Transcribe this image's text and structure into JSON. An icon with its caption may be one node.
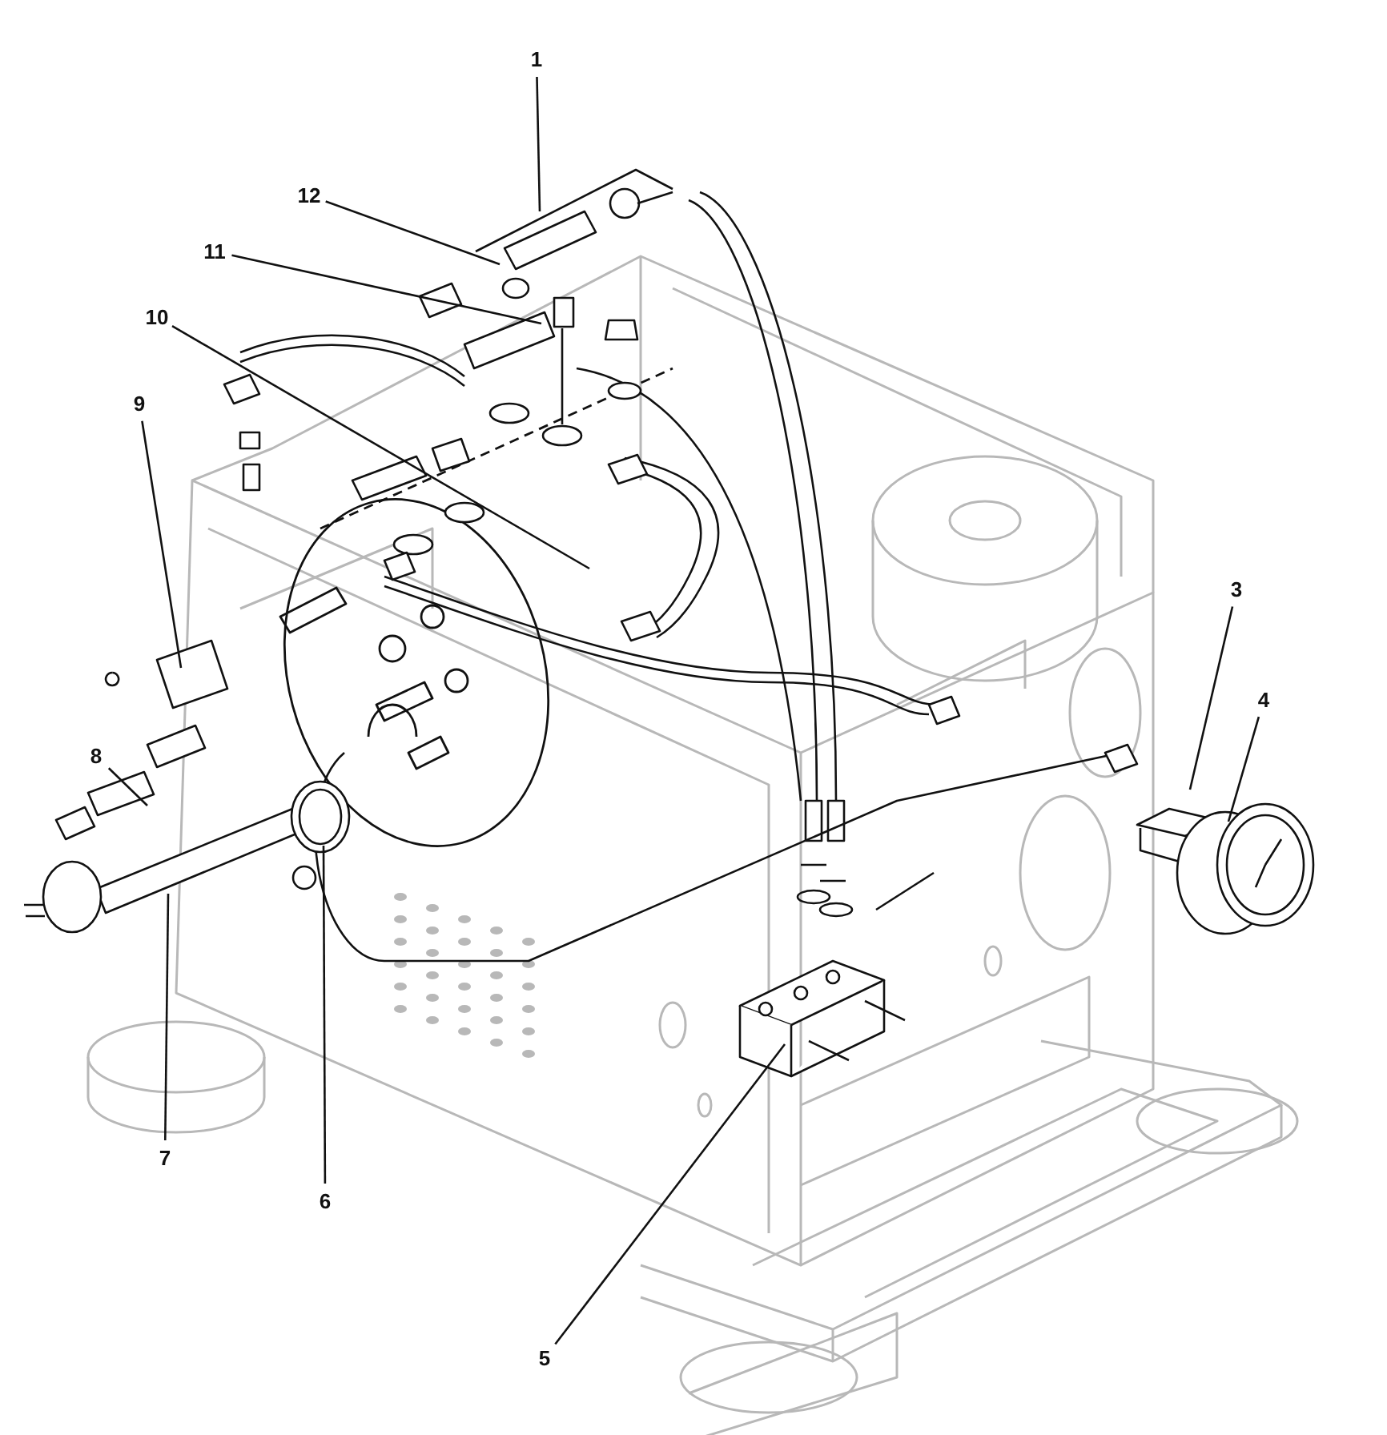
{
  "diagram": {
    "nodes": [
      {
        "text": [
          "1"
        ]
      },
      {
        "text": [
          "12"
        ]
      },
      {
        "text": [
          "11"
        ]
      },
      {
        "text": [
          "10"
        ]
      },
      {
        "text": [
          "9"
        ]
      },
      {
        "text": [
          "3"
        ]
      },
      {
        "text": [
          "4"
        ]
      },
      {
        "text": [
          "8"
        ]
      },
      {
        "text": [
          "7"
        ]
      },
      {
        "text": [
          "6"
        ]
      },
      {
        "text": [
          "5"
        ]
      }
    ],
    "edges": [
      {
        "from": 0,
        "to": null,
        "arrow": "none"
      },
      {
        "from": 1,
        "to": null,
        "arrow": "none"
      },
      {
        "from": 2,
        "to": null,
        "arrow": "none"
      },
      {
        "from": 3,
        "to": null,
        "arrow": "none"
      },
      {
        "from": 4,
        "to": null,
        "arrow": "none"
      },
      {
        "from": 5,
        "to": null,
        "arrow": "none"
      },
      {
        "from": 6,
        "to": null,
        "arrow": "none"
      },
      {
        "from": 7,
        "to": null,
        "arrow": "none"
      },
      {
        "from": 8,
        "to": null,
        "arrow": "none"
      },
      {
        "from": 9,
        "to": null,
        "arrow": "none"
      },
      {
        "from": 10,
        "to": null,
        "arrow": "none"
      }
    ]
  }
}
